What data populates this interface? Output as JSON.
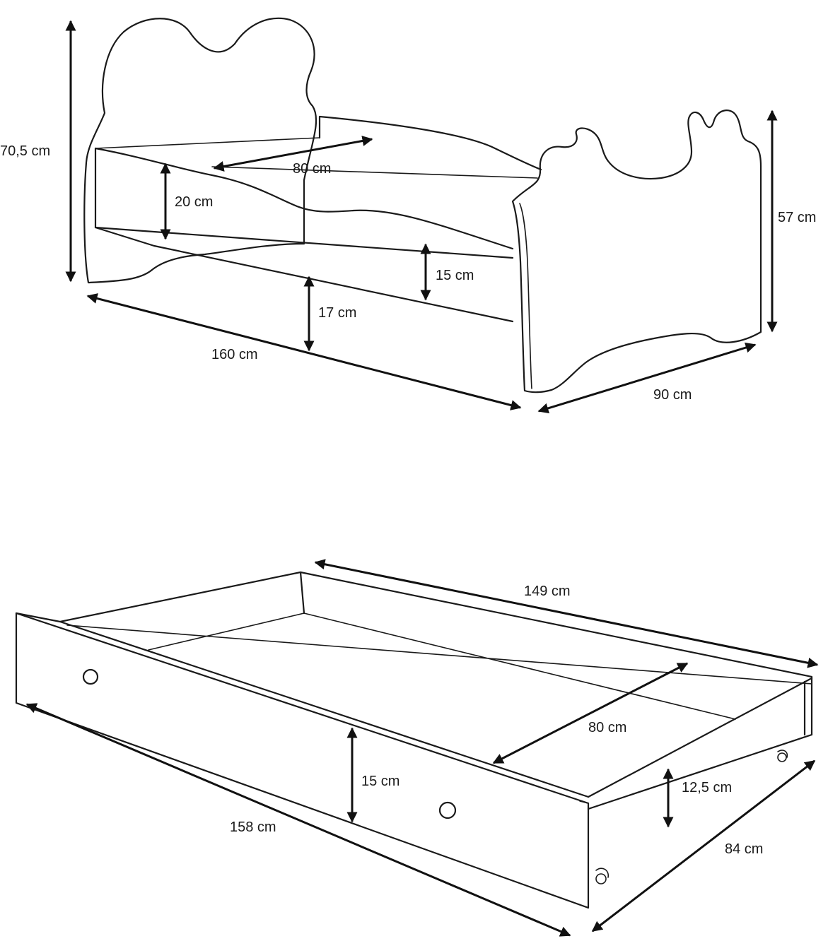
{
  "bed": {
    "height_total": "70,5 cm",
    "inner_width": "80 cm",
    "rail_height": "20 cm",
    "side_height": "15 cm",
    "floor_clearance": "17 cm",
    "length": "160 cm",
    "width": "90 cm",
    "footboard_height": "57 cm"
  },
  "drawer": {
    "inner_length": "149 cm",
    "inner_width": "80 cm",
    "front_height": "15 cm",
    "side_height": "12,5  cm",
    "length": "158 cm",
    "width": "84 cm"
  }
}
